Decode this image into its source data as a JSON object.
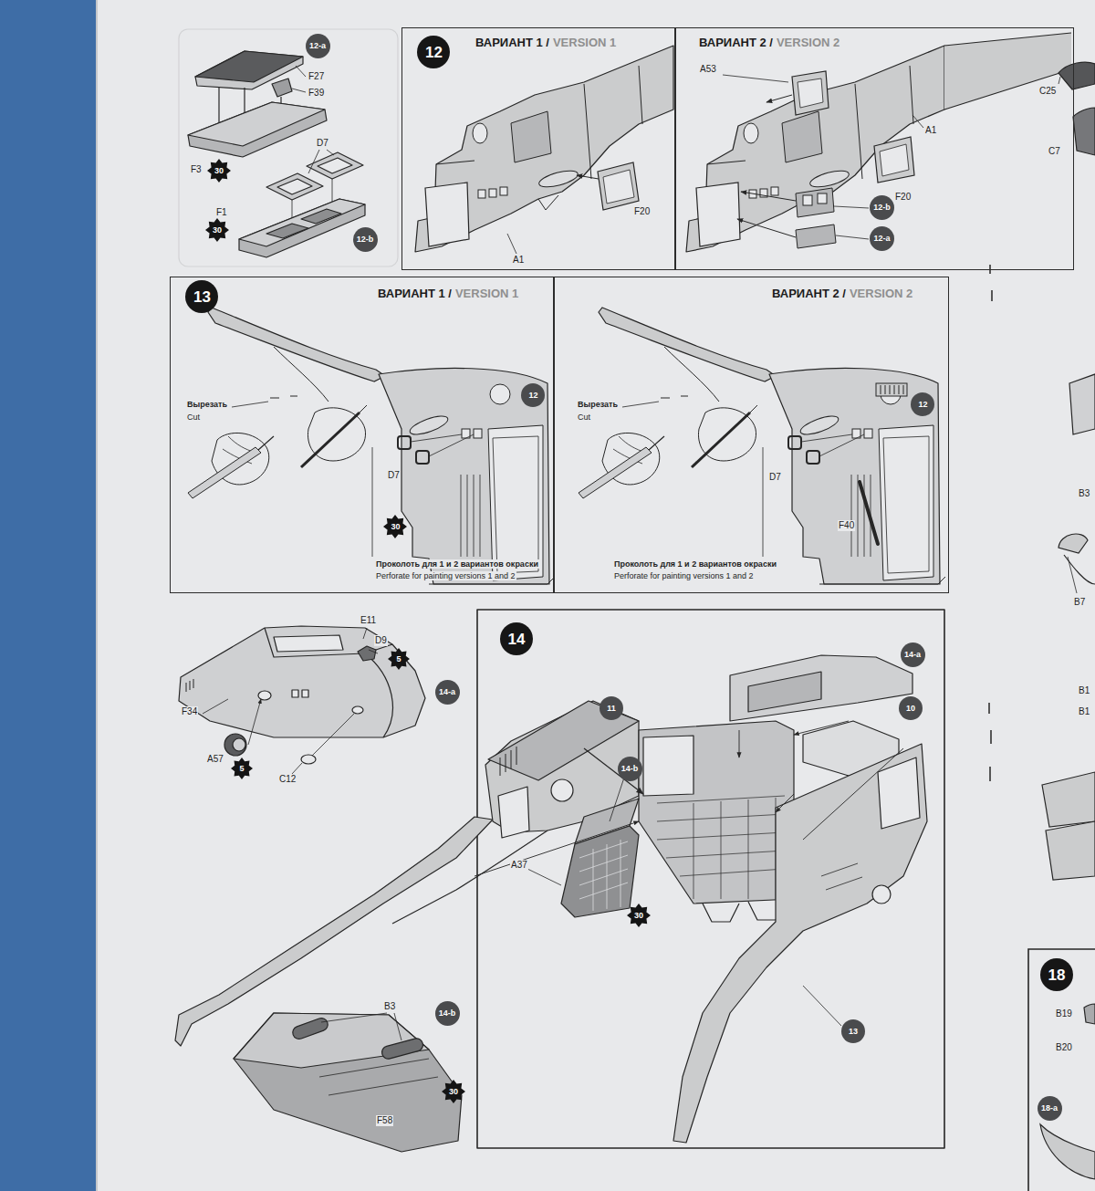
{
  "diagram": {
    "nodes": [
      {
        "text": [
          "12-a"
        ]
      },
      {
        "text": [
          "30"
        ]
      },
      {
        "text": [
          "12-b"
        ]
      },
      {
        "text": [
          "30"
        ]
      },
      {
        "text": [
          "ВАРИАНТ 1 /",
          "VERSION 1"
        ]
      },
      {
        "text": [
          "12"
        ],
        "in": 4
      },
      {
        "text": [
          "ВАРИАНТ 2 /",
          "VERSION 2"
        ]
      },
      {
        "text": [
          "12-b"
        ],
        "in": 6
      },
      {
        "text": [
          "12-a"
        ],
        "in": 6
      },
      {
        "text": [
          "ВАРИАНТ 1 /",
          "VERSION 1"
        ]
      },
      {
        "text": [
          "13"
        ],
        "in": 9
      },
      {
        "text": [
          "12"
        ],
        "in": 9
      },
      {
        "text": [
          "30"
        ],
        "in": 9
      },
      {
        "text": [
          "ВАРИАНТ 2 /",
          "VERSION 2"
        ]
      },
      {
        "text": [
          "12"
        ],
        "in": 13
      },
      {
        "text": [
          "5"
        ]
      },
      {
        "text": [
          "14-a"
        ]
      },
      {
        "text": [
          "5"
        ]
      },
      {
        "text": [
          "14"
        ]
      },
      {
        "text": [
          "11"
        ]
      },
      {
        "text": [
          "14-a"
        ]
      },
      {
        "text": [
          "10"
        ]
      },
      {
        "text": [
          "14-b"
        ]
      },
      {
        "text": [
          "30"
        ]
      },
      {
        "text": [
          "13"
        ]
      },
      {
        "text": [
          "14-b"
        ]
      },
      {
        "text": [
          "30"
        ]
      },
      {
        "text": [
          "18"
        ]
      },
      {
        "text": [
          "18-a"
        ]
      }
    ],
    "labels": [
      "F27",
      "F39",
      "D7",
      "F3",
      "F1",
      "A53",
      "F20",
      "A1",
      "A1",
      "F20",
      "C25",
      "C7",
      "Вырезать",
      "Cut",
      "Вырезать",
      "Cut",
      "D7",
      "D7",
      "F40",
      "Проколоть для 1 и 2 вариантов окраски",
      "Perforate for painting versions 1 and 2",
      "Проколоть для 1 и 2 вариантов окраски",
      "Perforate for painting versions 1 and 2",
      "B3",
      "B7",
      "E11",
      "D9",
      "F34",
      "A57",
      "C12",
      "B1",
      "B1",
      "A37",
      "B19",
      "B20",
      "B3",
      "F58"
    ]
  }
}
